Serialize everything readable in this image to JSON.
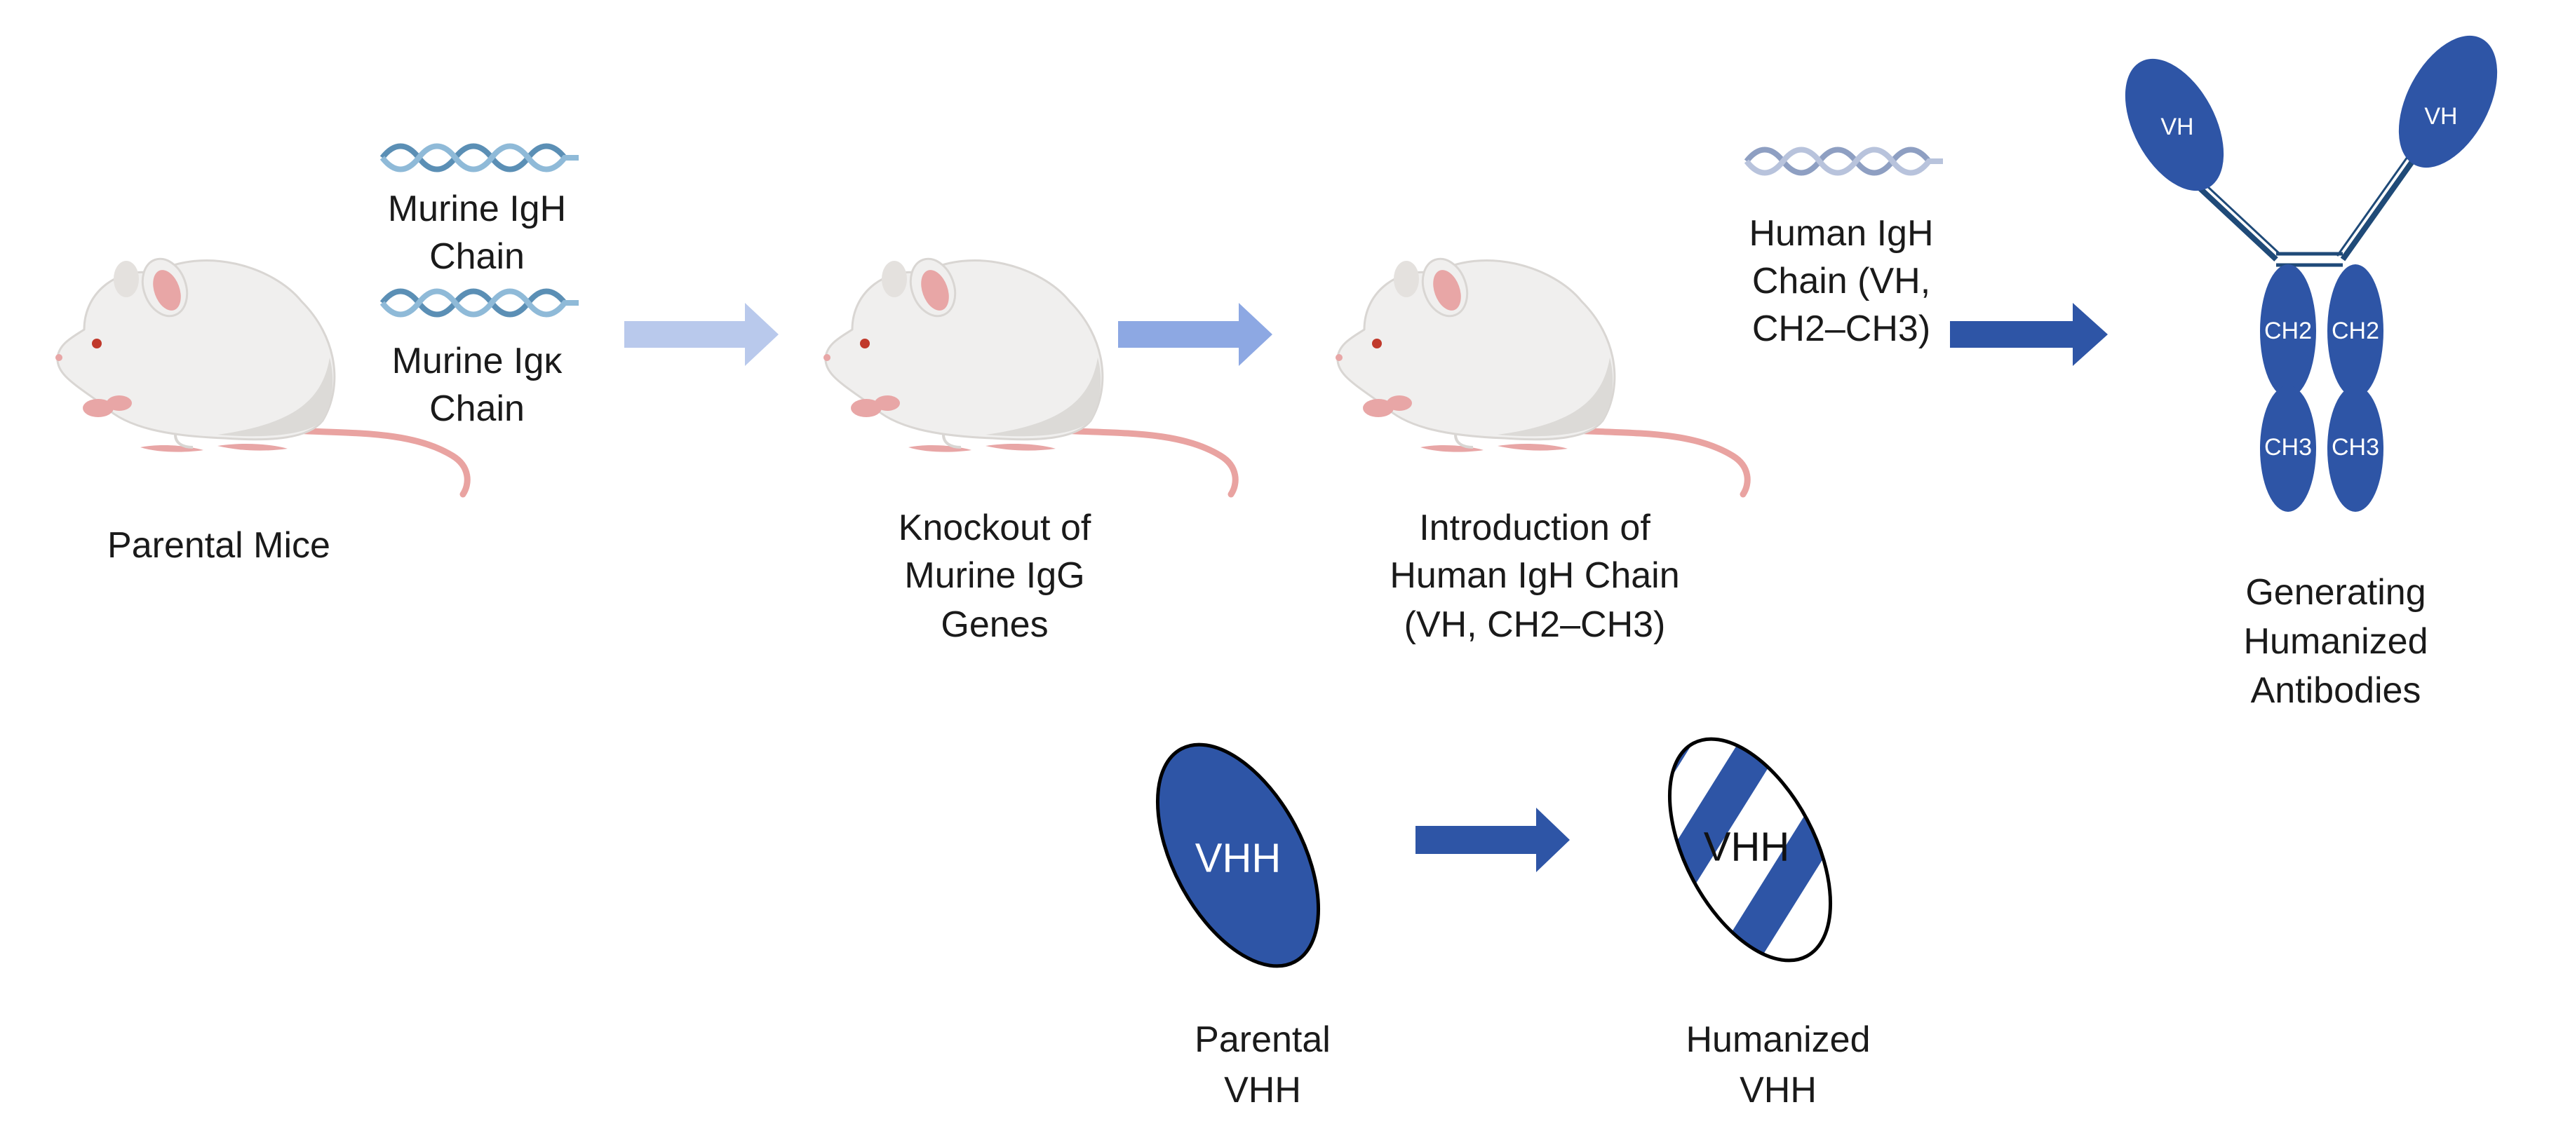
{
  "labels": {
    "murine_igh_line1": "Murine IgH",
    "murine_igh_line2": "Chain",
    "murine_igk_line1": "Murine Igκ",
    "murine_igk_line2": "Chain",
    "parental_mice": "Parental Mice",
    "knockout_line1": "Knockout of",
    "knockout_line2": "Murine IgG",
    "knockout_line3": "Genes",
    "intro_line1": "Introduction of",
    "intro_line2": "Human IgH Chain",
    "intro_line3": "(VH, CH2–CH3)",
    "human_igh_line1": "Human IgH",
    "human_igh_line2": "Chain (VH,",
    "human_igh_line3": "CH2–CH3)",
    "generating_line1": "Generating",
    "generating_line2": "Humanized",
    "generating_line3": "Antibodies",
    "parental_vhh_line1": "Parental",
    "parental_vhh_line2": "VHH",
    "humanized_vhh_line1": "Humanized",
    "humanized_vhh_line2": "VHH"
  },
  "antibody": {
    "vh_left": "VH",
    "vh_right": "VH",
    "ch2_left": "CH2",
    "ch2_right": "CH2",
    "ch3_left": "CH3",
    "ch3_right": "CH3"
  },
  "vhh": {
    "parental": "VHH",
    "humanized": "VHH"
  },
  "colors": {
    "antibody_blue": "#2e55a6",
    "arrow_light": "#b9c9ec",
    "arrow_mid": "#8da8e3",
    "arrow_dark": "#2e55a6",
    "dna_murine": "#5b8fb5",
    "dna_human": "#8e9fc2",
    "mouse_body": "#f0efee",
    "mouse_ear": "#e8a6a6",
    "mouse_tail": "#e9a3a1"
  }
}
